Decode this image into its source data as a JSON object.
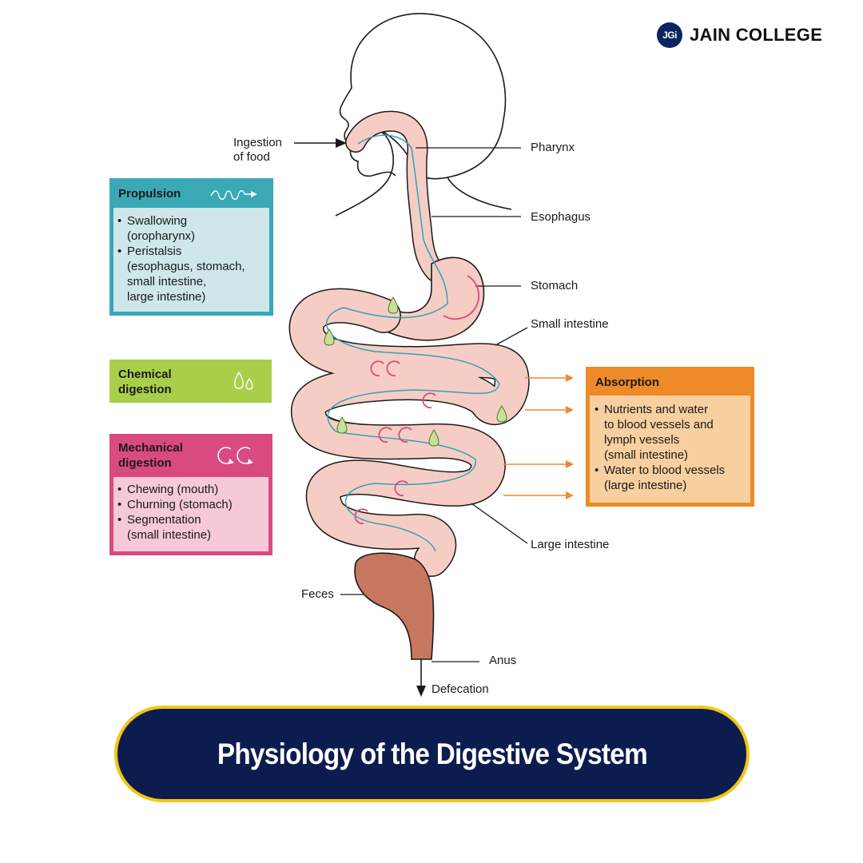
{
  "brand": {
    "badge": "JGi",
    "name": "JAIN COLLEGE",
    "color": "#0c2461"
  },
  "labels": {
    "ingestion_line1": "Ingestion",
    "ingestion_line2": "of food",
    "pharynx": "Pharynx",
    "esophagus": "Esophagus",
    "stomach": "Stomach",
    "small_intestine": "Small intestine",
    "large_intestine": "Large intestine",
    "feces": "Feces",
    "anus": "Anus",
    "defecation": "Defecation"
  },
  "propulsion": {
    "title": "Propulsion",
    "items": [
      {
        "l1": "Swallowing",
        "l2": "(oropharynx)"
      },
      {
        "l1": "Peristalsis",
        "l2": "(esophagus, stomach,",
        "l3": "small intestine,",
        "l4": "large intestine)"
      }
    ],
    "color": "#3aa9b5"
  },
  "chemical": {
    "title_line1": "Chemical",
    "title_line2": "digestion",
    "color": "#a9cf4a"
  },
  "mechanical": {
    "title_line1": "Mechanical",
    "title_line2": "digestion",
    "items": [
      {
        "l1": "Chewing (mouth)"
      },
      {
        "l1": "Churning (stomach)"
      },
      {
        "l1": "Segmentation",
        "l2": "(small intestine)"
      }
    ],
    "color": "#d94a80"
  },
  "absorption": {
    "title": "Absorption",
    "items": [
      {
        "l1": "Nutrients and water",
        "l2": "to blood vessels and",
        "l3": "lymph vessels",
        "l4": "(small intestine)"
      },
      {
        "l1": "Water to blood vessels",
        "l2": "(large intestine)"
      }
    ],
    "color": "#ee8a28"
  },
  "title": {
    "text": "Physiology of the Digestive System",
    "bg": "#0d1c4f",
    "border": "#f3c614"
  },
  "icons": {
    "propulsion": "wave-arrow-icon",
    "chemical": "droplets-icon",
    "mechanical": "churn-arrows-icon"
  }
}
